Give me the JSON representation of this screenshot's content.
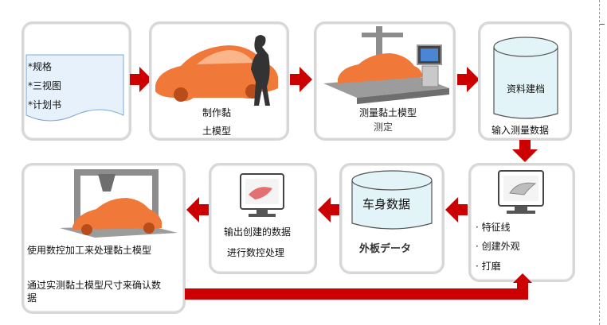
{
  "spec_sheet": {
    "items": [
      "*规格",
      "*三视图",
      "*计划书"
    ]
  },
  "step_clay_model": {
    "line1": "制作黏",
    "line2": "土模型"
  },
  "step_measure": {
    "line1": "测量黏土模型",
    "line2": "测定"
  },
  "step_archive": {
    "cylinder_label": "资料建档",
    "caption": "输入测量数据"
  },
  "step_design": {
    "items": [
      "· 特征线",
      "· 创建外观",
      "· 打磨"
    ]
  },
  "step_body_data": {
    "cylinder_label": "车身数据",
    "caption": "外板データ"
  },
  "step_output": {
    "line1": "输出创建的数据",
    "line2": "进行数控处理"
  },
  "step_cnc": {
    "line1": "使用数控加工来处理黏土模型",
    "line2": "通过实测黏土模型尺寸来确认数",
    "line3": "据"
  },
  "colors": {
    "arrow": "#cc0000",
    "car": "#f07838",
    "border": "#d7d7d7"
  }
}
